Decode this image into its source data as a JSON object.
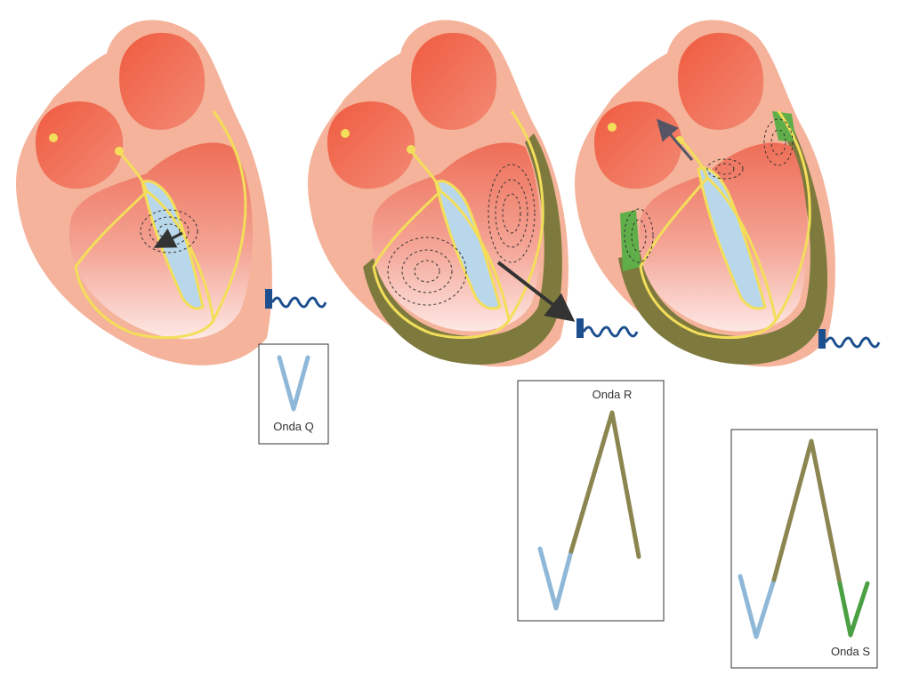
{
  "labels": {
    "q_wave": "Onda Q",
    "r_wave": "Onda R",
    "s_wave": "Onda S"
  },
  "colors": {
    "outer_wall": "#f4b39a",
    "chamber": "#ee6e57",
    "chamber_light": "#fde8e4",
    "conduction": "#f3de5a",
    "septum_fill": "#b9d7ea",
    "depolarized": "#7e7a3e",
    "depolarized_late": "#5fae4a",
    "electrode": "#1d4f8f",
    "trace_q": "#8fb8d8",
    "trace_r": "#8b8550",
    "trace_s": "#4aa043",
    "arrow": "#333333"
  }
}
